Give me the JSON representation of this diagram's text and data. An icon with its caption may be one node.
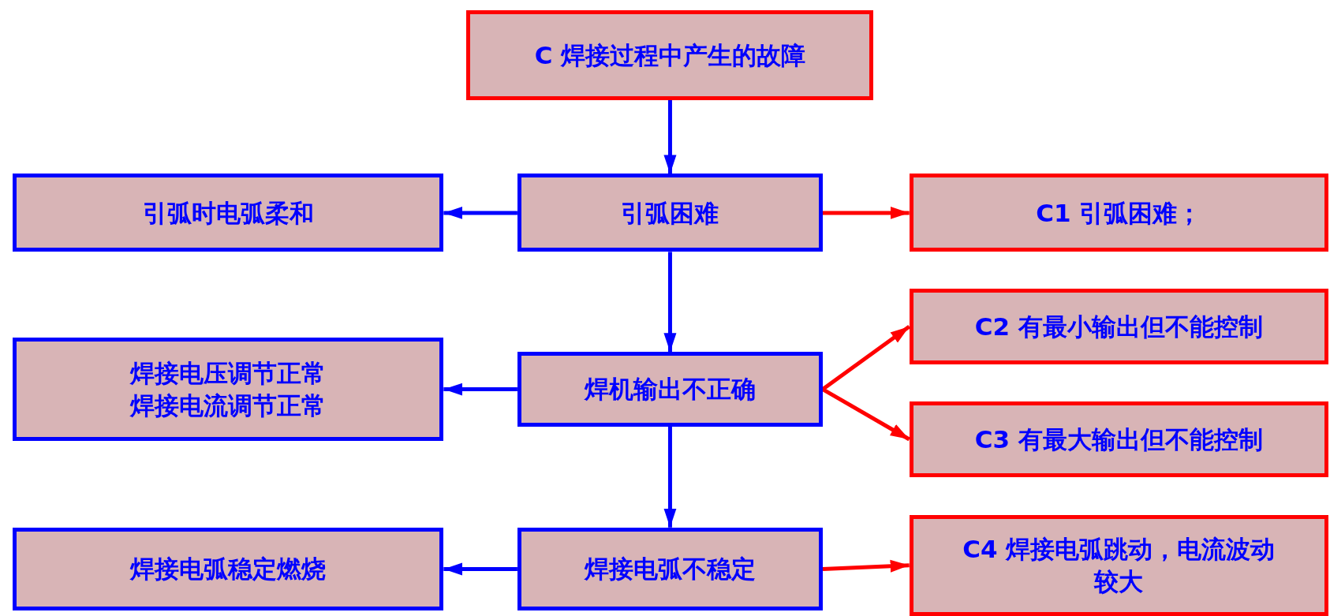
{
  "diagram": {
    "nodes": [
      {
        "text": [
          "C 焊接过程中产生的故障"
        ]
      },
      {
        "text": [
          "引弧时电弧柔和"
        ]
      },
      {
        "text": [
          "引弧困难"
        ]
      },
      {
        "text": [
          "C1 引弧困难；"
        ]
      },
      {
        "text": [
          "焊接电压调节正常焊接电流调节正常"
        ]
      },
      {
        "text": [
          "焊机输出不正确"
        ]
      },
      {
        "text": [
          "C2 有最小输出但不能控制"
        ]
      },
      {
        "text": [
          "C3 有最大输出但不能控制"
        ]
      },
      {
        "text": [
          "焊接电弧稳定燃烧"
        ]
      },
      {
        "text": [
          "焊接电弧不稳定"
        ]
      },
      {
        "text": [
          "C4 焊接电弧跳动，电流波动较大"
        ]
      }
    ],
    "edges": [
      {
        "from": 0,
        "to": 2,
        "arrow": "to"
      },
      {
        "from": 2,
        "to": 1,
        "arrow": "to"
      },
      {
        "from": 2,
        "to": 3,
        "arrow": "to",
        "color": "#ff0000"
      },
      {
        "from": 2,
        "to": 5,
        "arrow": "to"
      },
      {
        "from": 5,
        "to": 4,
        "arrow": "to"
      },
      {
        "from": 5,
        "to": 6,
        "arrow": "to",
        "color": "#ff0000"
      },
      {
        "from": 5,
        "to": 7,
        "arrow": "to",
        "color": "#ff0000"
      },
      {
        "from": 5,
        "to": 9,
        "arrow": "to"
      },
      {
        "from": 9,
        "to": 8,
        "arrow": "to"
      },
      {
        "from": 9,
        "to": 10,
        "arrow": "to",
        "color": "#ff0000"
      }
    ]
  }
}
